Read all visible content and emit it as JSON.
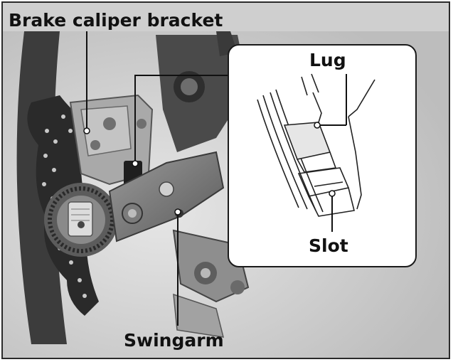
{
  "labels": {
    "brake_caliper_bracket": "Brake caliper bracket",
    "lug": "Lug",
    "slot": "Slot",
    "swingarm": "Swingarm"
  },
  "colors": {
    "background": "#cfcfcf",
    "frame_border": "#2a2a2a",
    "inset_background": "#ffffff",
    "text": "#111111"
  }
}
